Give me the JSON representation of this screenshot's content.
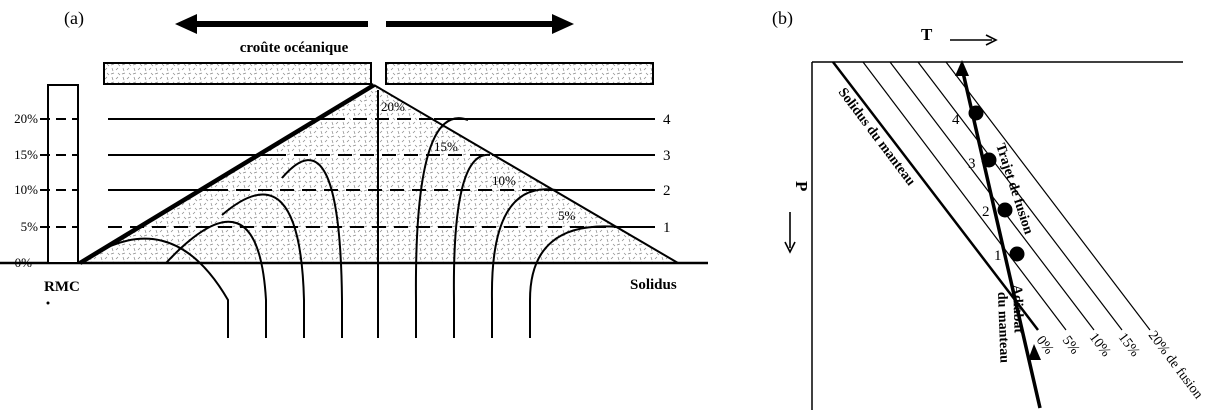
{
  "panel_a": {
    "label": "(a)",
    "crust_label": "croûte océanique",
    "rmc_label": "RMC",
    "solidus_label": "Solidus",
    "y_ticks": [
      "0%",
      "5%",
      "10%",
      "15%",
      "20%"
    ],
    "contour_labels": [
      "20%",
      "15%",
      "10%",
      "5%"
    ],
    "level_numbers": [
      "1",
      "2",
      "3",
      "4"
    ]
  },
  "panel_b": {
    "label": "(b)",
    "t_axis": "T",
    "p_axis": "P",
    "solidus_label": "Solidus du manteau",
    "melt_path_label": "Trajet de fusion",
    "adiabat_label_1": "Adiabat",
    "adiabat_label_2": "du manteau",
    "isopleths": [
      "0%",
      "5%",
      "10%",
      "15%",
      "20%"
    ],
    "isopleth_suffix": " de fusion",
    "point_numbers": [
      "1",
      "2",
      "3",
      "4"
    ]
  },
  "colors": {
    "ink": "#000000",
    "stipple": "#8a8a8a",
    "background": "#ffffff"
  }
}
